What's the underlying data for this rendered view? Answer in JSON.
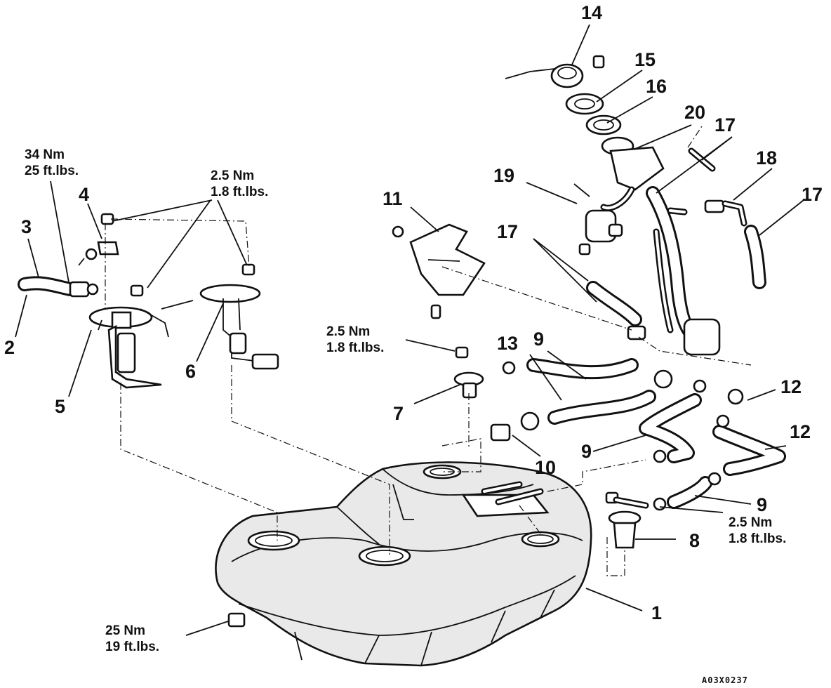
{
  "callouts": {
    "c1": "1",
    "c2": "2",
    "c3": "3",
    "c4": "4",
    "c5": "5",
    "c6": "6",
    "c7": "7",
    "c8": "8",
    "c9a": "9",
    "c9b": "9",
    "c9c": "9",
    "c10": "10",
    "c11": "11",
    "c12a": "12",
    "c12b": "12",
    "c13": "13",
    "c14": "14",
    "c15": "15",
    "c16": "16",
    "c17a": "17",
    "c17b": "17",
    "c17c": "17",
    "c18": "18",
    "c19": "19",
    "c20": "20"
  },
  "torques": {
    "t34": {
      "nm": "34 Nm",
      "ftlbs": "25 ft.lbs."
    },
    "t2_5_top": {
      "nm": "2.5 Nm",
      "ftlbs": "1.8 ft.lbs."
    },
    "t2_5_mid": {
      "nm": "2.5 Nm",
      "ftlbs": "1.8 ft.lbs."
    },
    "t2_5_right": {
      "nm": "2.5 Nm",
      "ftlbs": "1.8 ft.lbs."
    },
    "t25": {
      "nm": "25 Nm",
      "ftlbs": "19 ft.lbs."
    }
  },
  "figure_code": "A03X0237"
}
